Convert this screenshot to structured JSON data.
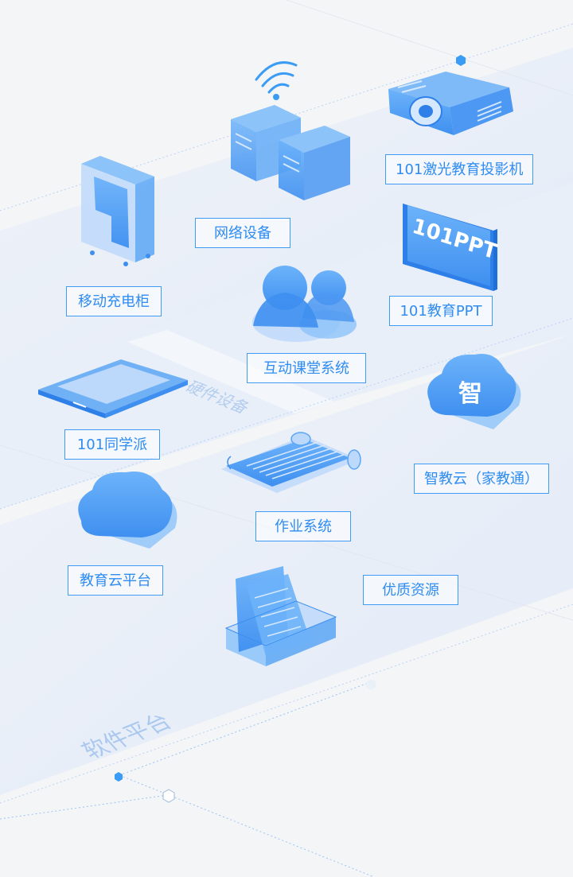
{
  "colors": {
    "accent": "#2f8cf0",
    "device_fill": "#5aa6f6",
    "device_dark": "#2f7fe8",
    "device_light": "#bcd8fb",
    "platform": "#e6edf8",
    "background": "#f4f5f7"
  },
  "platforms": {
    "hardware": "硬件设备",
    "software": "软件平台"
  },
  "items": {
    "projector": {
      "label": "101激光教育投影机",
      "icon": "projector-icon"
    },
    "network": {
      "label": "网络设备",
      "icon": "server-wifi-icon"
    },
    "charging_cabinet": {
      "label": "移动充电柜",
      "icon": "cabinet-icon"
    },
    "ppt": {
      "label": "101教育PPT",
      "icon": "ppt-board-icon",
      "icon_text": "101PPT"
    },
    "interactive": {
      "label": "互动课堂系统",
      "icon": "people-icon"
    },
    "tablet": {
      "label": "101同学派",
      "icon": "tablet-icon"
    },
    "smart_cloud": {
      "label": "智教云（家教通）",
      "icon": "cloud-icon",
      "icon_text": "智"
    },
    "homework": {
      "label": "作业系统",
      "icon": "scroll-icon"
    },
    "edu_cloud": {
      "label": "教育云平台",
      "icon": "cloud-icon"
    },
    "resources": {
      "label": "优质资源",
      "icon": "resource-box-icon"
    }
  }
}
